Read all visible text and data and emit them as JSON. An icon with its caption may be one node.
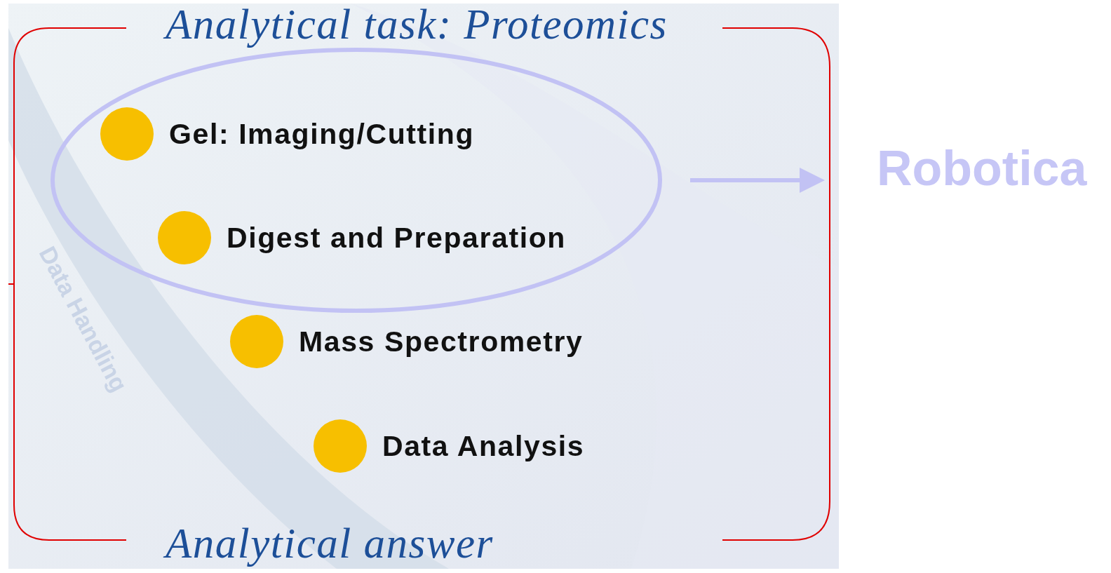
{
  "diagram": {
    "title": "Analytical task: Proteomics",
    "nodes": [
      {
        "text": [],
        "shape": "ellipse"
      },
      {
        "text": [
          "Gel: Imaging/Cutting"
        ],
        "in": 0
      },
      {
        "text": [
          "Digest and Preparation"
        ],
        "in": 0
      },
      {
        "text": [
          "Mass Spectrometry"
        ]
      },
      {
        "text": [
          "Data Analysis"
        ]
      },
      {
        "text": [
          "Robotica"
        ]
      }
    ],
    "edges": [
      {
        "from": 0,
        "to": 5,
        "arrow": "to"
      }
    ],
    "labels": [
      "Data Handling",
      "Analytical answer"
    ]
  }
}
